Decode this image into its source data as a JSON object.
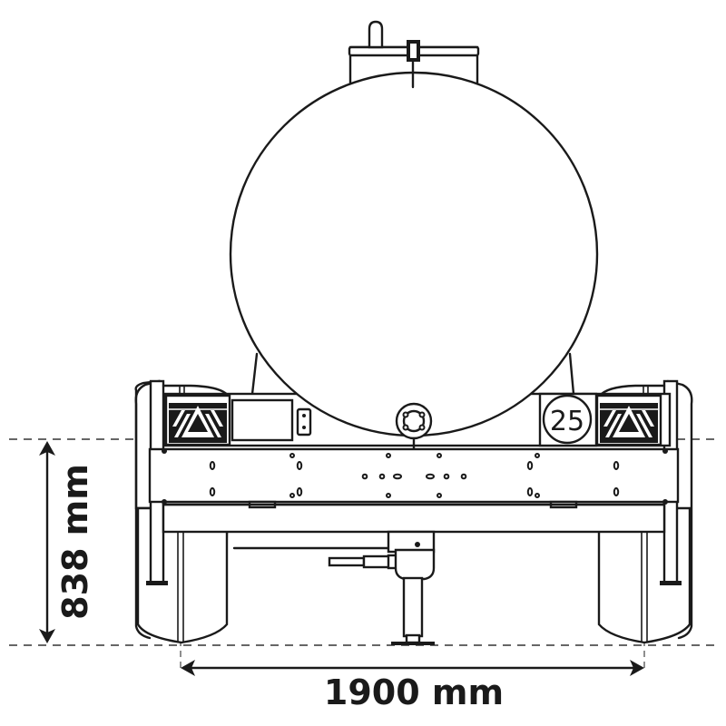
{
  "diagram": {
    "subject": "Tanker trailer rear view",
    "speed_plate": {
      "label": "25"
    },
    "dimensions": {
      "height": {
        "label": "838 mm",
        "value": 838,
        "unit": "mm",
        "orientation": "vertical"
      },
      "track_width": {
        "label": "1900 mm",
        "value": 1900,
        "unit": "mm",
        "orientation": "horizontal"
      }
    },
    "components": [
      "tank-shell",
      "manhole-hatch",
      "rear-bumper-frame",
      "left-tail-light",
      "right-tail-light",
      "license-plate-area",
      "speed-limit-plate",
      "drain-outlet",
      "left-wheel",
      "right-wheel",
      "support-jack-leg",
      "left-mudguard",
      "right-mudguard"
    ],
    "colors": {
      "line": "#1a1a1a",
      "background": "#ffffff"
    }
  }
}
